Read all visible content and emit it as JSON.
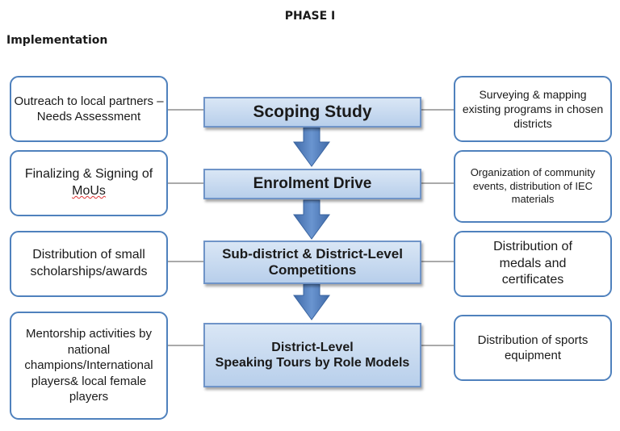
{
  "header": {
    "title": "PHASE I",
    "subtitle": "Implementation"
  },
  "colors": {
    "box_border": "#4f81bd",
    "arrow": "#4a78b8",
    "center_fill_top": "#d9e6f5",
    "center_fill_bottom": "#b8cfeb"
  },
  "steps": [
    {
      "label": "Scoping Study",
      "left": "Outreach to local partners – Needs Assessment",
      "right": "Surveying & mapping existing programs in chosen districts"
    },
    {
      "label": "Enrolment Drive",
      "left_a": "Finalizing & Signing of ",
      "left_b": "MoUs",
      "right": "Organization of community events, distribution of IEC materials"
    },
    {
      "label": "Sub-district & District-Level Competitions",
      "left": "Distribution of small scholarships/awards",
      "right": "Distribution of medals and certificates"
    },
    {
      "label_line1": "District-Level",
      "label_line2": "Speaking Tours by Role Models",
      "left": "Mentorship activities by national champions/International players& local female players",
      "right": "Distribution of sports equipment"
    }
  ]
}
